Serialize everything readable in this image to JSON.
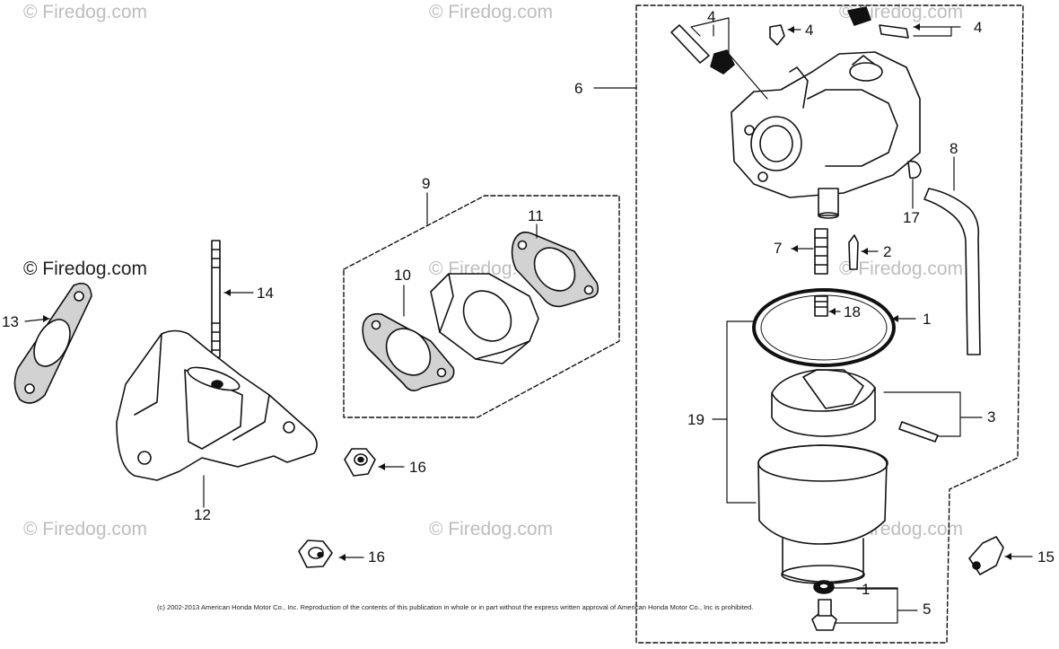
{
  "watermark": "© Firedog.com",
  "copyright": "(c) 2002-2013 American Honda Motor Co., Inc. Reproduction of the contents of this publication in whole or in part without the express written approval of American Honda Motor Co., Inc is prohibited.",
  "callouts": {
    "c1_top": "1",
    "c1_bottom": "1",
    "c2": "2",
    "c3": "3",
    "c4_left": "4",
    "c4_mid": "4",
    "c4_right": "4",
    "c5": "5",
    "c6": "6",
    "c7": "7",
    "c8": "8",
    "c9": "9",
    "c10": "10",
    "c11": "11",
    "c12": "12",
    "c13": "13",
    "c14": "14",
    "c15": "15",
    "c16_top": "16",
    "c16_bottom": "16",
    "c17": "17",
    "c18": "18",
    "c19": "19"
  },
  "colors": {
    "ink": "#111111",
    "watermark": "#bdbdbd",
    "gasket": "#cfcfcf"
  }
}
